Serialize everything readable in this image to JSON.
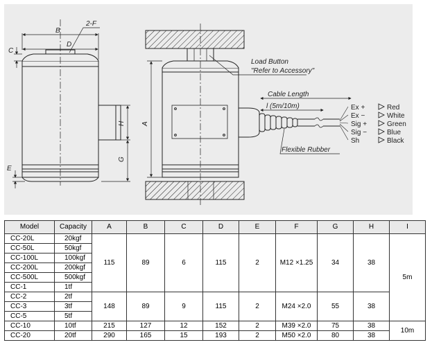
{
  "drawing": {
    "dim_labels": {
      "B": "B",
      "F": "2-F",
      "D": "D",
      "C": "C",
      "H": "H",
      "G": "G",
      "E": "E",
      "A": "A"
    },
    "callouts": {
      "load_button": "Load Button",
      "accessory": "\"Refer to Accessory\"",
      "cable_length": "Cable Length",
      "cable_spec": "l (5m/10m)",
      "flexible_rubber": "Flexible Rubber"
    },
    "wires": [
      {
        "signal": "Ex +",
        "color": "Red"
      },
      {
        "signal": "Ex −",
        "color": "White"
      },
      {
        "signal": "Sig +",
        "color": "Green"
      },
      {
        "signal": "Sig −",
        "color": "Blue"
      },
      {
        "signal": "Sh",
        "color": "Black"
      }
    ],
    "colors": {
      "background": "#ececec",
      "line": "#222222"
    }
  },
  "table": {
    "headers": [
      "Model",
      "Capacity",
      "A",
      "B",
      "C",
      "D",
      "E",
      "F",
      "G",
      "H",
      "I"
    ],
    "group1": {
      "rows": [
        {
          "model": "CC-20L",
          "capacity": "20kgf"
        },
        {
          "model": "CC-50L",
          "capacity": "50kgf"
        },
        {
          "model": "CC-100L",
          "capacity": "100kgf"
        },
        {
          "model": "CC-200L",
          "capacity": "200kgf"
        },
        {
          "model": "CC-500L",
          "capacity": "500kgf"
        },
        {
          "model": "CC-1",
          "capacity": "1tf"
        }
      ],
      "A": "115",
      "B": "89",
      "C": "6",
      "D": "115",
      "E": "2",
      "F": "M12 ×1.25",
      "G": "34",
      "H": "38"
    },
    "group2": {
      "rows": [
        {
          "model": "CC-2",
          "capacity": "2tf"
        },
        {
          "model": "CC-3",
          "capacity": "3tf"
        },
        {
          "model": "CC-5",
          "capacity": "5tf"
        }
      ],
      "A": "148",
      "B": "89",
      "C": "9",
      "D": "115",
      "E": "2",
      "F": "M24 ×2.0",
      "G": "55",
      "H": "38"
    },
    "I_group12": "5m",
    "row_cc10": {
      "model": "CC-10",
      "capacity": "10tf",
      "A": "215",
      "B": "127",
      "C": "12",
      "D": "152",
      "E": "2",
      "F": "M39 ×2.0",
      "G": "75",
      "H": "38"
    },
    "row_cc20": {
      "model": "CC-20",
      "capacity": "20tf",
      "A": "290",
      "B": "165",
      "C": "15",
      "D": "193",
      "E": "2",
      "F": "M50 ×2.0",
      "G": "80",
      "H": "38"
    },
    "I_group34": "10m"
  }
}
